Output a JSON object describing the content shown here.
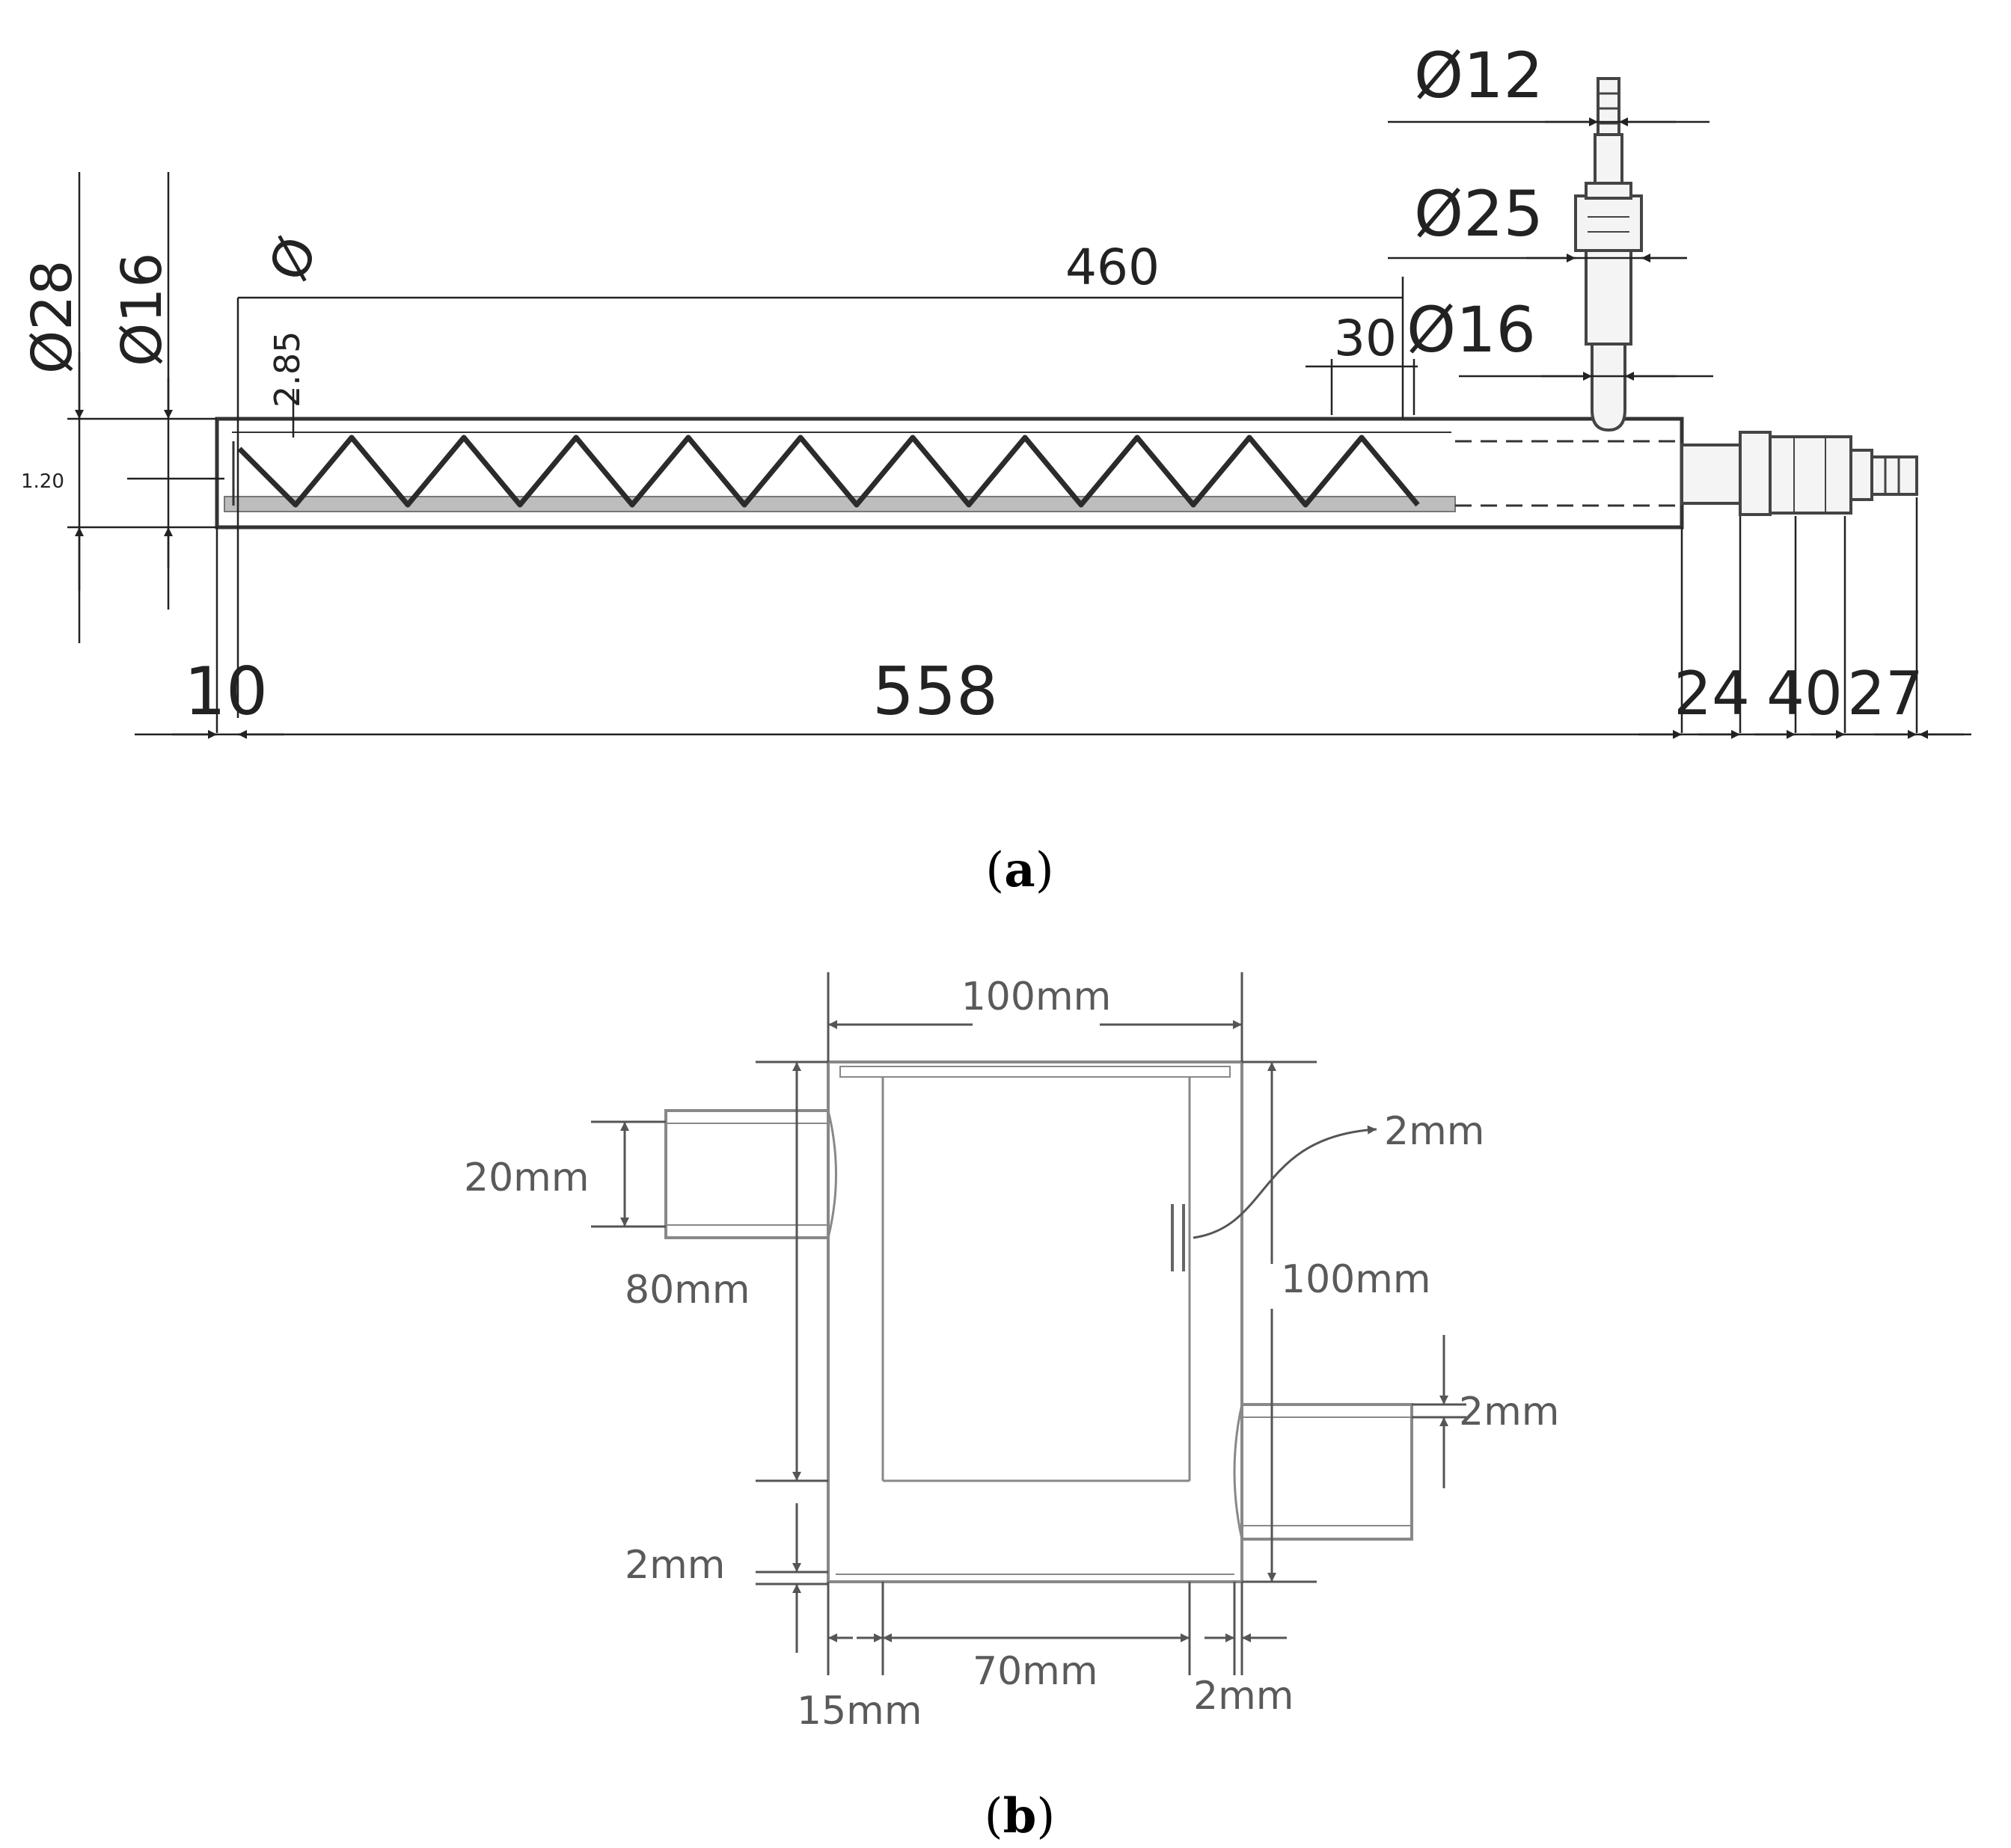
{
  "figure_a": {
    "caption_open": "(",
    "caption_letter": "a",
    "caption_close": ")",
    "dims": {
      "dia_28": "Ø28",
      "dia_16_left": "Ø16",
      "dia_rot": "Ø",
      "pitch_285": "2.85",
      "small_120": "1.20",
      "len_460": "460",
      "len_30": "30",
      "dia_12": "Ø12",
      "dia_25": "Ø25",
      "dia_16_right": "Ø16",
      "len_10": "10",
      "len_558": "558",
      "len_24": "24",
      "len_40": "40",
      "len_27": "27"
    }
  },
  "figure_b": {
    "caption_open": "(",
    "caption_letter": "b",
    "caption_close": ")",
    "dims": {
      "top_100": "100mm",
      "right_100": "100mm",
      "left_20": "20mm",
      "left_80": "80mm",
      "callout_2": "2mm",
      "right_2": "2mm",
      "left_2": "2mm",
      "bottom_15": "15mm",
      "bottom_70": "70mm",
      "bottom_2": "2mm"
    }
  }
}
